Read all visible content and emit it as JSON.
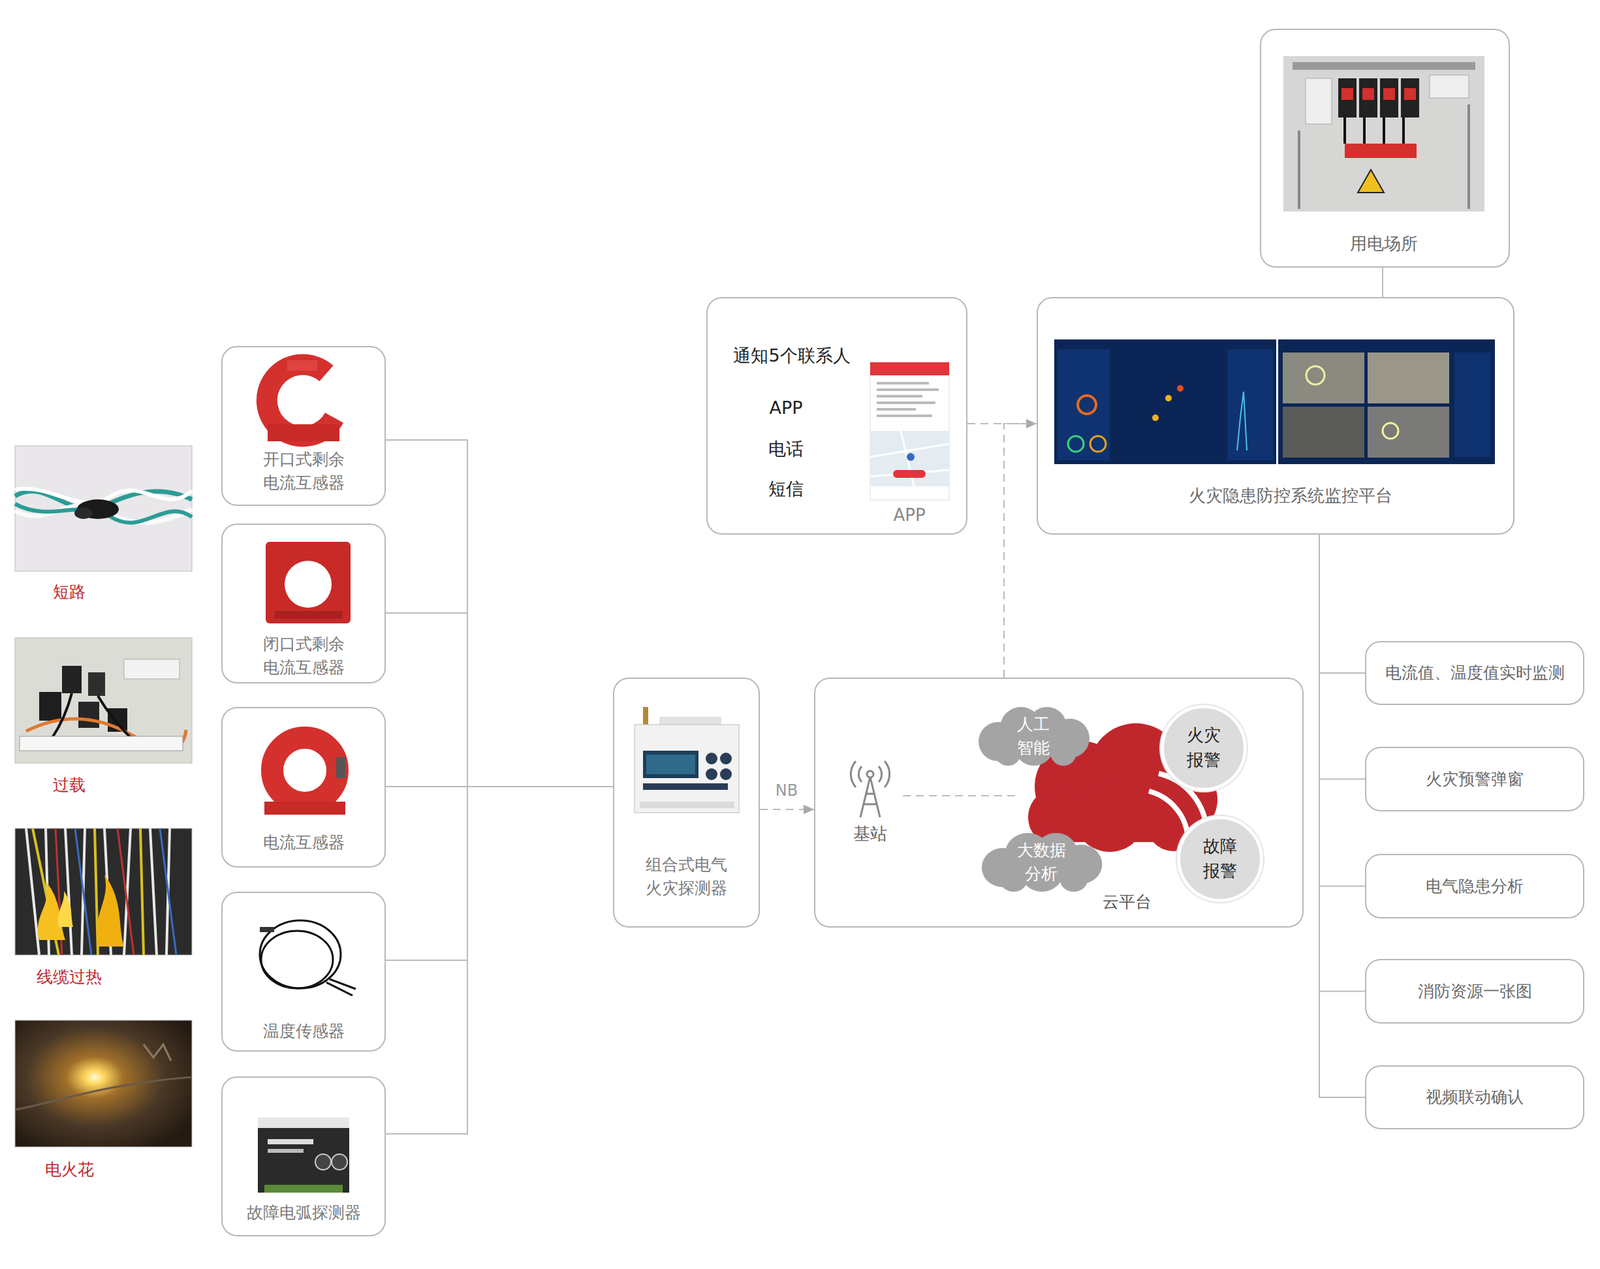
{
  "diagram": {
    "nodes": [
      {
        "text": [
          "开口式剩余 电流互感器"
        ]
      },
      {
        "text": [
          "闭口式剩余 电流互感器"
        ]
      },
      {
        "text": [
          "电流互感器"
        ]
      },
      {
        "text": [
          "温度传感器"
        ]
      },
      {
        "text": [
          "故障电弧探测器"
        ]
      },
      {
        "text": [
          "组合式电气 火灾探测器"
        ]
      },
      {
        "text": [
          "云平台"
        ]
      },
      {
        "text": [
          "人工 智能"
        ],
        "in": 6
      },
      {
        "text": [
          "火灾 报警"
        ],
        "in": 6
      },
      {
        "text": [
          "大数据 分析"
        ],
        "in": 6
      },
      {
        "text": [
          "故障 报警"
        ],
        "in": 6
      },
      {
        "text": [
          "通知5个联系人",
          "APP",
          "电话",
          "短信",
          "APP"
        ]
      },
      {
        "text": [
          "火灾隐患防控系统监控平台"
        ]
      },
      {
        "text": [
          "用电场所"
        ]
      },
      {
        "text": [
          "电流值、温度值实时监测"
        ]
      },
      {
        "text": [
          "火灾预警弹窗"
        ]
      },
      {
        "text": [
          "电气隐患分析"
        ]
      },
      {
        "text": [
          "消防资源一张图"
        ]
      },
      {
        "text": [
          "视频联动确认"
        ]
      }
    ],
    "edges": [
      {
        "from": 0,
        "to": 5,
        "arrow": "none"
      },
      {
        "from": 1,
        "to": 5,
        "arrow": "none"
      },
      {
        "from": 2,
        "to": 5,
        "arrow": "none"
      },
      {
        "from": 3,
        "to": 5,
        "arrow": "none"
      },
      {
        "from": 4,
        "to": 5,
        "arrow": "none"
      },
      {
        "from": 5,
        "to": 6,
        "label": "NB",
        "arrow": "to"
      },
      {
        "from": 6,
        "to": 12,
        "arrow": "to"
      },
      {
        "from": 11,
        "to": 12,
        "arrow": "none"
      },
      {
        "from": 13,
        "to": 12,
        "arrow": "none"
      },
      {
        "from": 12,
        "to": 14,
        "arrow": "none"
      },
      {
        "from": 12,
        "to": 15,
        "arrow": "none"
      },
      {
        "from": 12,
        "to": 16,
        "arrow": "none"
      },
      {
        "from": 12,
        "to": 17,
        "arrow": "none"
      },
      {
        "from": 12,
        "to": 18,
        "arrow": "none"
      }
    ],
    "labels": [
      "短路",
      "过载",
      "线缆过热",
      "电火花",
      "基站"
    ]
  }
}
